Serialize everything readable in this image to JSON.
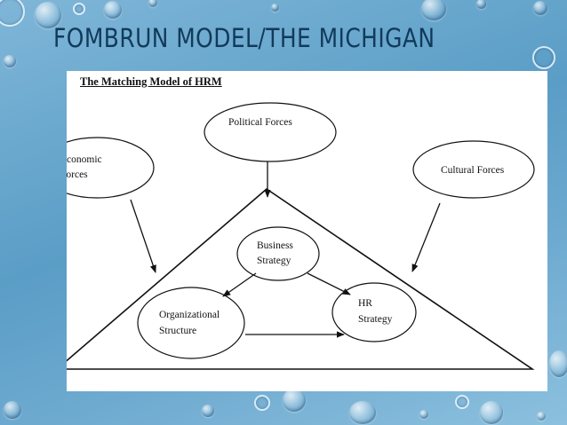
{
  "slide": {
    "title": "FOMBRUN MODEL/THE MICHIGAN"
  },
  "diagram": {
    "title": "The Matching Model of HRM",
    "nodes": {
      "political": [
        "Political Forces"
      ],
      "economic": [
        "Economic",
        "Forces"
      ],
      "cultural": [
        "Cultural Forces"
      ],
      "business": [
        "Business",
        "Strategy"
      ],
      "organizational": [
        "Organizational",
        "Structure"
      ],
      "hr": [
        "HR",
        "Strategy"
      ]
    }
  }
}
